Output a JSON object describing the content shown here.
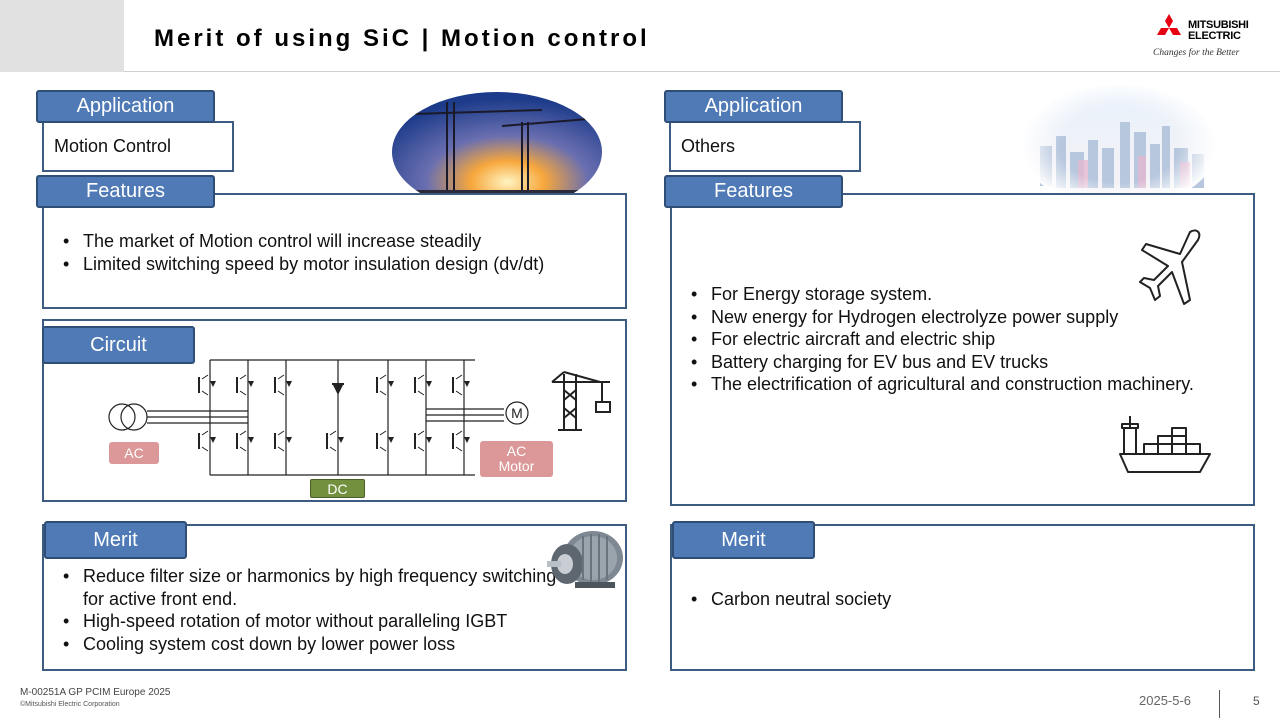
{
  "title": "Merit of using SiC | Motion control",
  "logo": {
    "line1": "MITSUBISHI",
    "line2": "ELECTRIC",
    "tagline": "Changes for the Better"
  },
  "left": {
    "application": {
      "label": "Application",
      "value": "Motion Control"
    },
    "features": {
      "label": "Features",
      "items": [
        "The market of Motion control will increase steadily",
        "Limited switching speed by motor insulation design (dv/dt)"
      ]
    },
    "circuit": {
      "label": "Circuit",
      "ac_label": "AC",
      "dc_label": "DC",
      "motor_label": "AC Motor",
      "motor_symbol": "M"
    },
    "merit": {
      "label": "Merit",
      "items": [
        "Reduce filter size or harmonics by high frequency switching for active front end.",
        "High-speed rotation of motor without paralleling IGBT",
        "Cooling system cost down by lower power loss"
      ]
    }
  },
  "right": {
    "application": {
      "label": "Application",
      "value": "Others"
    },
    "features": {
      "label": "Features",
      "items": [
        "For Energy storage system.",
        "New energy for Hydrogen electrolyze power supply",
        "For electric aircraft and electric ship",
        "Battery charging for EV bus and EV trucks",
        "The electrification of agricultural and construction machinery."
      ]
    },
    "merit": {
      "label": "Merit",
      "items": [
        "Carbon neutral society"
      ]
    }
  },
  "footer": {
    "doc_id": "M-00251A GP PCIM Europe 2025",
    "copyright": "©Mitsubishi Electric Corporation",
    "date": "2025-5-6",
    "page": "5"
  },
  "colors": {
    "tab_fill": "#4f7ab5",
    "box_border": "#3e5b82",
    "ac_label": "#dc9898",
    "dc_label": "#72903e",
    "brand_red": "#e60012"
  }
}
